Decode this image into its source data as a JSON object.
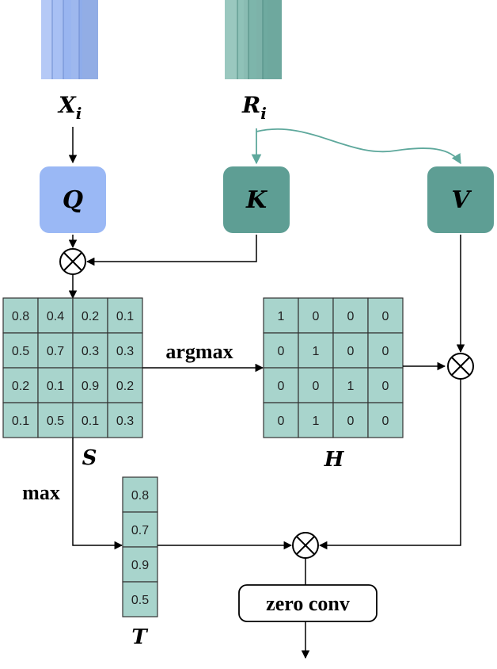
{
  "inputs": {
    "x_base": "X",
    "x_sub": "i",
    "r_base": "R",
    "r_sub": "i"
  },
  "nodes": {
    "q": "Q",
    "k": "K",
    "v": "V"
  },
  "labels": {
    "argmax": "argmax",
    "max": "max",
    "zero_conv": "zero conv",
    "s": "S",
    "h": "H",
    "t": "T"
  },
  "matrices": {
    "s": [
      [
        "0.8",
        "0.4",
        "0.2",
        "0.1"
      ],
      [
        "0.5",
        "0.7",
        "0.3",
        "0.3"
      ],
      [
        "0.2",
        "0.1",
        "0.9",
        "0.2"
      ],
      [
        "0.1",
        "0.5",
        "0.1",
        "0.3"
      ]
    ],
    "h": [
      [
        "1",
        "0",
        "0",
        "0"
      ],
      [
        "0",
        "1",
        "0",
        "0"
      ],
      [
        "0",
        "0",
        "1",
        "0"
      ],
      [
        "0",
        "1",
        "0",
        "0"
      ]
    ],
    "t": [
      "0.8",
      "0.7",
      "0.9",
      "0.5"
    ]
  },
  "colors": {
    "query_blue": "#9ab8f5",
    "key_teal": "#5e9e94",
    "matrix_fill": "#a8d4cc",
    "arrow_teal": "#5ea89c"
  }
}
